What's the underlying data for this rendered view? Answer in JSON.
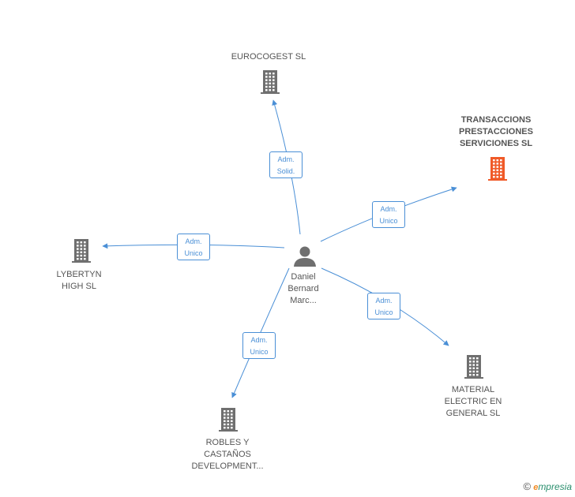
{
  "center": {
    "name_lines": [
      "Daniel",
      "Bernard",
      "Marc..."
    ],
    "icon": "person-icon"
  },
  "companies": [
    {
      "key": "eurocogest",
      "lines": [
        "EUROCOGEST SL"
      ],
      "icon": "building-icon",
      "color": "#6f6f6f"
    },
    {
      "key": "transaccions",
      "lines": [
        "TRANSACCIONS",
        "PRESTACCIONES",
        "SERVICIONES SL"
      ],
      "icon": "building-icon",
      "color": "#f05a28"
    },
    {
      "key": "lybertyn",
      "lines": [
        "LYBERTYN",
        "HIGH SL"
      ],
      "icon": "building-icon",
      "color": "#6f6f6f"
    },
    {
      "key": "material",
      "lines": [
        "MATERIAL",
        "ELECTRIC EN",
        "GENERAL SL"
      ],
      "icon": "building-icon",
      "color": "#6f6f6f"
    },
    {
      "key": "robles",
      "lines": [
        "ROBLES Y",
        "CASTAÑOS",
        "DEVELOPMENT..."
      ],
      "icon": "building-icon",
      "color": "#6f6f6f"
    }
  ],
  "edges": [
    {
      "key": "eurocogest",
      "lines": [
        "Adm.",
        "Solid."
      ]
    },
    {
      "key": "transaccions",
      "lines": [
        "Adm.",
        "Unico"
      ]
    },
    {
      "key": "lybertyn",
      "lines": [
        "Adm.",
        "Unico"
      ]
    },
    {
      "key": "material",
      "lines": [
        "Adm.",
        "Unico"
      ]
    },
    {
      "key": "robles",
      "lines": [
        "Adm.",
        "Unico"
      ]
    }
  ],
  "footer": {
    "copyright_symbol": "©",
    "brand_initial": "e",
    "brand_rest": "mpresia"
  },
  "colors": {
    "edge": "#4a8fd6",
    "person": "#6f6f6f",
    "building": "#6f6f6f",
    "highlight": "#f05a28"
  }
}
